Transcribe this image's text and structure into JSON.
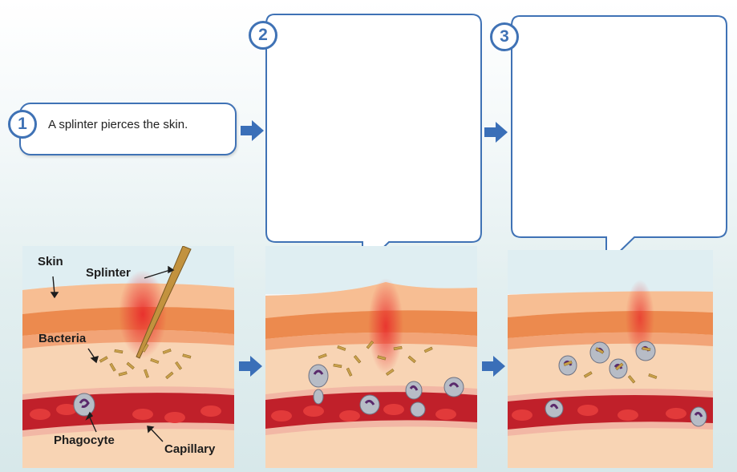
{
  "steps": [
    {
      "number": "1",
      "text": "A splinter pierces the skin."
    },
    {
      "number": "2",
      "text": ""
    },
    {
      "number": "3",
      "text": ""
    }
  ],
  "labels": {
    "skin": "Skin",
    "splinter": "Splinter",
    "bacteria": "Bacteria",
    "phagocyte": "Phagocyte",
    "capillary": "Capillary"
  },
  "colors": {
    "accent": "#3f72b5",
    "arrow": "#3a6fb8",
    "capillary": "#c0202a",
    "redCell": "#e23a3a",
    "skinTop": "#f6c8a6",
    "skinBand": "#ec8a4e",
    "tissue": "#f8d4b4"
  }
}
